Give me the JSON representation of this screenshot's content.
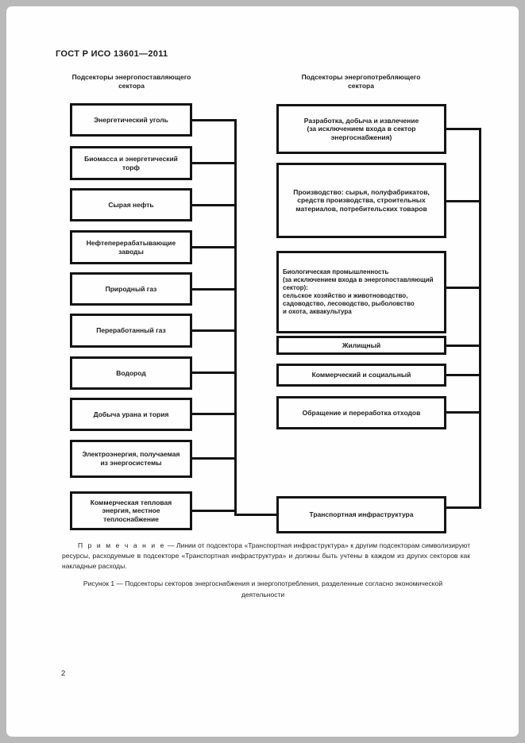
{
  "page": {
    "doc_header": "ГОСТ Р ИСО 13601—2011",
    "page_number": "2",
    "colors": {
      "paper": "#fefefe",
      "ink": "#141414",
      "backdrop": "#b9b9b9"
    }
  },
  "diagram": {
    "left_column_header": "Подсекторы энергопоставляющего\nсектора",
    "right_column_header": "Подсекторы энергопотребляющего\nсектора",
    "left_boxes": [
      {
        "label": "Энергетический уголь"
      },
      {
        "label": "Биомасса и энергетический\nторф"
      },
      {
        "label": "Сырая нефть"
      },
      {
        "label": "Нефтеперерабатывающие\nзаводы"
      },
      {
        "label": "Природный газ"
      },
      {
        "label": "Переработанный газ"
      },
      {
        "label": "Водород"
      },
      {
        "label": "Добыча урана и тория"
      },
      {
        "label": "Электроэнергия, получаемая\nиз энергосистемы"
      },
      {
        "label": "Коммерческая тепловая\nэнергия, местное\nтеплоснабжение"
      }
    ],
    "right_boxes": [
      {
        "label": "Разработка, добыча и извлечение\n(за исключением входа в сектор\nэнергоснабжения)"
      },
      {
        "label": "Производство: сырья, полуфабрикатов,\nсредств производства, строительных\nматериалов, потребительских товаров"
      },
      {
        "label": "Биологическая промышленность\n(за исключением входа в энергопоставляющий\nсектор):\nсельское хозяйство и животноводство,\nсадоводство, лесоводство, рыболовство\nи охота, аквакультура"
      },
      {
        "label": "Жилищный"
      },
      {
        "label": "Коммерческий и социальный"
      },
      {
        "label": "Обращение и переработка отходов"
      },
      {
        "label": "Транспортная инфраструктура"
      }
    ]
  },
  "note": {
    "label": "П р и м е ч а н и е",
    "text": " — Линии от подсектора «Транспортная инфраструктура» к другим подсекторам символизируют ресурсы, расходуемые в подсекторе «Транспортная инфраструктура» и должны быть учтены в каждом из других секторов как накладные расходы."
  },
  "caption": "Рисунок 1 — Подсекторы секторов энергоснабжения и энергопотребления, разделенные согласно экономической деятельности"
}
